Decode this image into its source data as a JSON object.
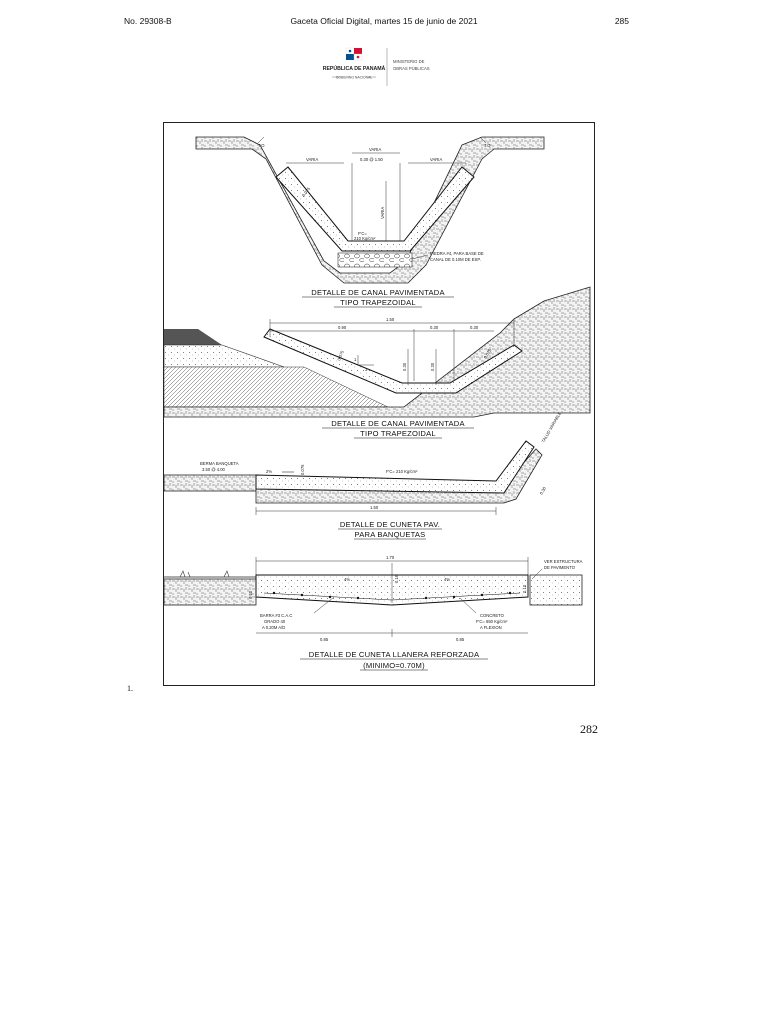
{
  "header": {
    "gazette_number": "No. 29308-B",
    "gazette_title": "Gaceta Oficial Digital, martes 15 de junio de 2021",
    "page_number": "285"
  },
  "logo": {
    "line1": "REPÚBLICA DE PANAMÁ",
    "line2": "GOBIERNO NACIONAL",
    "ministry_line1": "MINISTERIO DE",
    "ministry_line2": "OBRAS PÚBLICAS"
  },
  "drawing": {
    "detail1": {
      "title_line1": "DETALLE DE CANAL PAVIMENTADA",
      "title_line2": "TIPO TRAPEZOIDAL",
      "labels": {
        "td_left": "T.O",
        "td_right": "T.O",
        "varia_left": "VARIA",
        "varia_center": "VARIA",
        "bottom_width": "0.30 @ 1.50",
        "varia_right": "VARIA",
        "varia_vertical": "VARIA",
        "thickness": "0.075",
        "fc_line1": "F'C=",
        "fc_line2": "210 Kg/cm²",
        "stone_line1": "PIEDRA #4, PARA BASE DE",
        "stone_line2": "CANAL DE 0.10M DE ESP."
      }
    },
    "detail2": {
      "title_line1": "DETALLE DE CANAL PAVIMENTADA",
      "title_line2": "TIPO TRAPEZOIDAL",
      "labels": {
        "total_width": "1.50",
        "width_a": "0.90",
        "width_b": "0.30",
        "width_c": "0.30",
        "height_a": "0.30",
        "height_b": "0.30",
        "thickness_a": "0.075",
        "thickness_b": "0.075",
        "slope_num": "1",
        "slope_den": "3"
      }
    },
    "detail3": {
      "title_line1": "DETALLE DE CUNETA PAV.",
      "title_line2": "PARA BANQUETAS",
      "labels": {
        "berm_line1": "BERMA BANQUETA",
        "berm_line2": "3.50 @ 4.00",
        "slope": "2%",
        "thickness": "0.075",
        "fc": "F'C= 210 Kg/cm²",
        "width": "1.50",
        "side_height": "0.30",
        "talud": "TALUD VARIABLE"
      }
    },
    "detail4": {
      "title_line1": "DETALLE DE CUNETA LLANERA REFORZADA",
      "title_line2": "(MINIMO=0.70M)",
      "labels": {
        "total_width": "1.70",
        "slope_left": "4%",
        "slope_right": "4%",
        "center_thickness": "0.15",
        "edge_left": "0.10",
        "edge_right": "0.10",
        "bar_line1": "BARRA #3 C.A.C",
        "bar_line2": "GRADO 40",
        "bar_line3": "A 0.20M A/D",
        "concrete_line1": "CONCRETO",
        "concrete_line2": "F'C= 650 Kg/cm²",
        "concrete_line3": "A FLEXION",
        "pavement_line1": "VER ESTRUCTURA",
        "pavement_line2": "DE PAVIMENTO",
        "half_left": "0.85",
        "half_right": "0.85"
      }
    }
  },
  "footer": {
    "note_number": "1.",
    "page_label": "282"
  }
}
